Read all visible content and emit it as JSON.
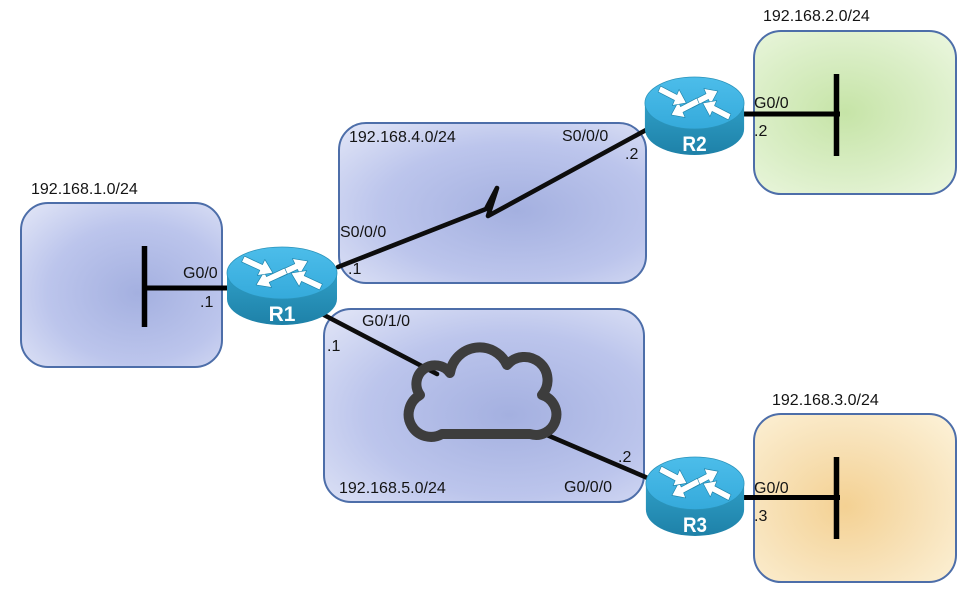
{
  "networks": {
    "net1": {
      "subnet": "192.168.1.0/24",
      "theme": "blue"
    },
    "net2": {
      "subnet": "192.168.2.0/24",
      "theme": "green"
    },
    "net3": {
      "subnet": "192.168.3.0/24",
      "theme": "orange"
    },
    "net4": {
      "subnet": "192.168.4.0/24",
      "theme": "blue"
    },
    "net5": {
      "subnet": "192.168.5.0/24",
      "theme": "blue"
    }
  },
  "routers": {
    "r1": {
      "name": "R1"
    },
    "r2": {
      "name": "R2"
    },
    "r3": {
      "name": "R3"
    }
  },
  "interfaces": {
    "r1_lan": {
      "name": "G0/0",
      "host": ".1"
    },
    "r2_lan": {
      "name": "G0/0",
      "host": ".2"
    },
    "r3_lan": {
      "name": "G0/0",
      "host": ".3"
    },
    "r1_serial": {
      "name": "S0/0/0",
      "host": ".1"
    },
    "r2_serial": {
      "name": "S0/0/0",
      "host": ".2"
    },
    "r1_wan": {
      "name": "G0/1/0",
      "host": ".1"
    },
    "r3_wan": {
      "name": "G0/0/0",
      "host": ".2"
    }
  },
  "colors": {
    "router_top": "#42b6e2",
    "router_side": "#2a93b9",
    "box_border": "#4d6ea9",
    "blue_box_center": "#a4b0e0",
    "blue_box_edge": "#e3e7f7",
    "green_box_center": "#c6e4a7",
    "green_box_edge": "#ecf7e0",
    "orange_box_center": "#f4d193",
    "orange_box_edge": "#fdf3da",
    "link_line": "#0d0d0d",
    "cloud_outline": "#3d3d3d"
  }
}
